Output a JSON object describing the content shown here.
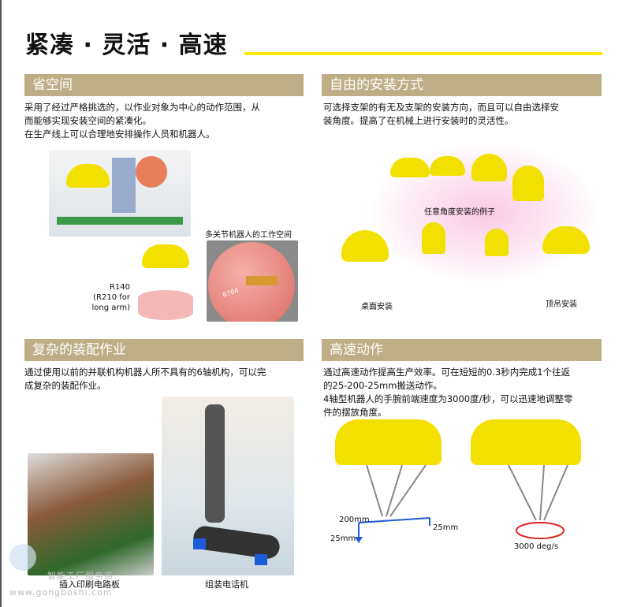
{
  "title": "紧凑 · 灵活 · 高速",
  "sections": [
    {
      "heading": "省空间",
      "lines": [
        "采用了经过严格挑选的，以作业对象为中心的动作范围，从",
        "而能够实现安装空间的紧凑化。",
        "在生产线上可以合理地安排操作人员和机器人。"
      ],
      "labels": {
        "workspace": "多关节机器人的工作空间",
        "r140": "R140",
        "r210": "(R210 for",
        "longarm": "long arm)",
        "r704": "R704"
      }
    },
    {
      "heading": "自由的安装方式",
      "lines": [
        "可选择支架的有无及支架的安装方向，而且可以自由选择安",
        "装角度。提高了在机械上进行安装时的灵活性。"
      ],
      "labels": {
        "example": "任意角度安装的例子",
        "desk": "桌面安装",
        "ceiling": "顶吊安装"
      }
    },
    {
      "heading": "复杂的装配作业",
      "lines": [
        "通过使用以前的并联机构机器人所不具有的6轴机构，可以完",
        "成复杂的装配作业。"
      ],
      "labels": {
        "pcb": "插入印刷电路板",
        "phone": "组装电话机"
      }
    },
    {
      "heading": "高速动作",
      "lines": [
        "通过高速动作提高生产效率。可在短短的0.3秒内完成1个往返",
        "的25-200-25mm搬送动作。",
        "4轴型机器人的手腕前端速度为3000度/秒，可以迅速地调整零",
        "件的摆放角度。"
      ],
      "labels": {
        "d200": "200mm",
        "d25a": "25mm",
        "d25b": "25mm",
        "speed": "3000 deg/s"
      }
    }
  ],
  "watermark": {
    "text1": "智能工厂服务商",
    "text2": "www.gongboshi.com"
  }
}
